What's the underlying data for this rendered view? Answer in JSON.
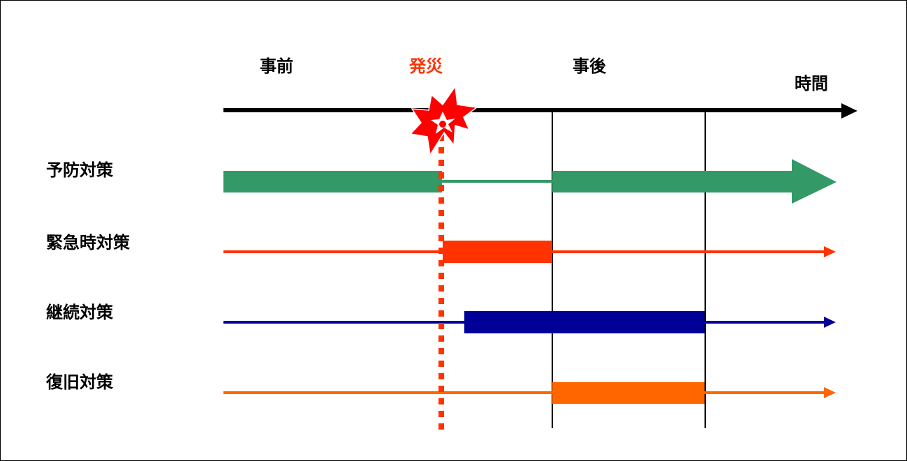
{
  "phases": {
    "before": "事前",
    "disaster": "発災",
    "after": "事後",
    "time": "時間"
  },
  "measures": [
    {
      "key": "prevention",
      "label": "予防対策",
      "color": "#339966"
    },
    {
      "key": "emergency",
      "label": "緊急時対策",
      "color": "#ff3300"
    },
    {
      "key": "continuity",
      "label": "継続対策",
      "color": "#000099"
    },
    {
      "key": "recovery",
      "label": "復旧対策",
      "color": "#ff6600"
    }
  ],
  "colors": {
    "timeline": "#000000",
    "disaster_text": "#ff3300",
    "disaster_line": "#ff3300",
    "burst": "#ff0000"
  }
}
